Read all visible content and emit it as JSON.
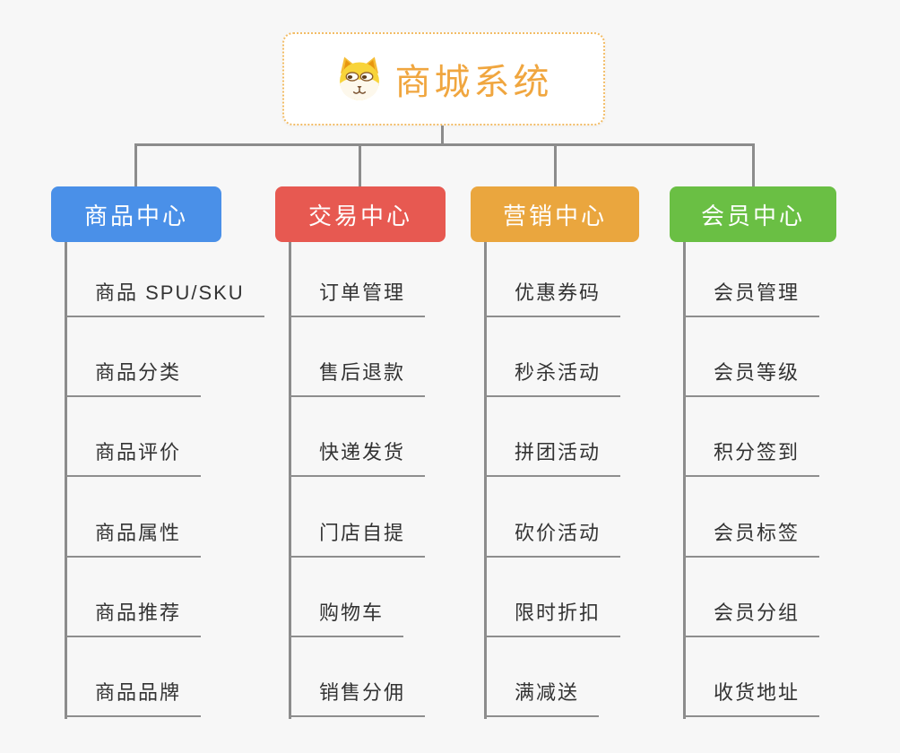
{
  "page": {
    "background": "#f7f7f7"
  },
  "palette": {
    "connector": "#8c8c8c",
    "underline": "#8e8e8e",
    "leaf_text": "#333333",
    "root_title_color": "#f0a63f",
    "root_border_color": "#f2bc66"
  },
  "root": {
    "title": "商城系统",
    "icon": "shiba-dog-icon"
  },
  "branches": [
    {
      "label": "商品中心",
      "color": "#4a90e8",
      "items": [
        "商品 SPU/SKU",
        "商品分类",
        "商品评价",
        "商品属性",
        "商品推荐",
        "商品品牌"
      ]
    },
    {
      "label": "交易中心",
      "color": "#e75951",
      "items": [
        "订单管理",
        "售后退款",
        "快递发货",
        "门店自提",
        "购物车",
        "销售分佣"
      ]
    },
    {
      "label": "营销中心",
      "color": "#eaa63e",
      "items": [
        "优惠券码",
        "秒杀活动",
        "拼团活动",
        "砍价活动",
        "限时折扣",
        "满减送"
      ]
    },
    {
      "label": "会员中心",
      "color": "#6abf44",
      "items": [
        "会员管理",
        "会员等级",
        "积分签到",
        "会员标签",
        "会员分组",
        "收货地址"
      ]
    }
  ]
}
